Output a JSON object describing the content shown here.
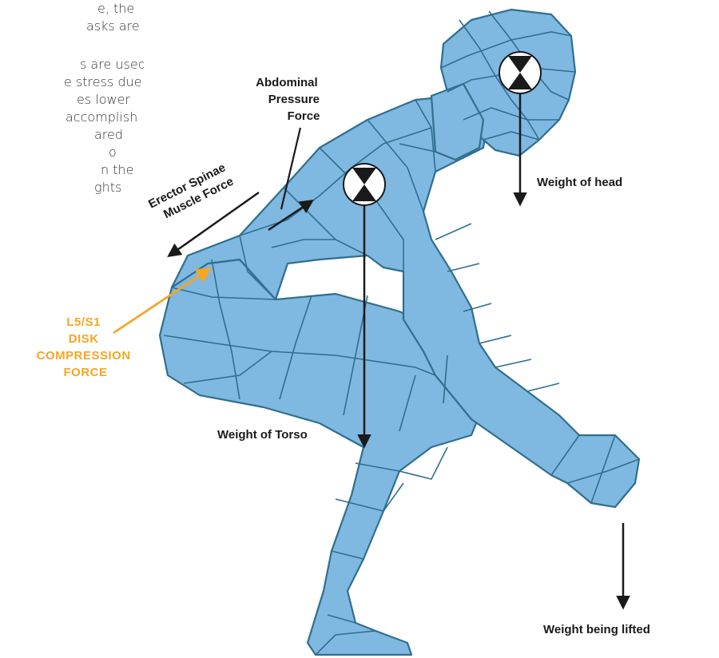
{
  "text_block": {
    "lines_a": [
      "e, the",
      "asks are"
    ],
    "lines_b": [
      "s are used",
      "e stress due",
      "es lower",
      "accomplish",
      "ared",
      "o",
      "n the",
      "ghts"
    ]
  },
  "labels": {
    "abdominal": [
      "Abdominal",
      "Pressure",
      "Force"
    ],
    "erector": [
      "Erector Spinae",
      "Muscle Force"
    ],
    "l5s1": [
      "L5/S1",
      "DISK",
      "COMPRESSION",
      "FORCE"
    ],
    "weight_head": "Weight of head",
    "weight_torso": "Weight of Torso",
    "weight_lifted": "Weight being lifted"
  },
  "colors": {
    "figure_fill": "#7fb8e0",
    "figure_stroke": "#2f6f8f",
    "accent_orange": "#f5a623",
    "arrow": "#1a1a1a"
  }
}
